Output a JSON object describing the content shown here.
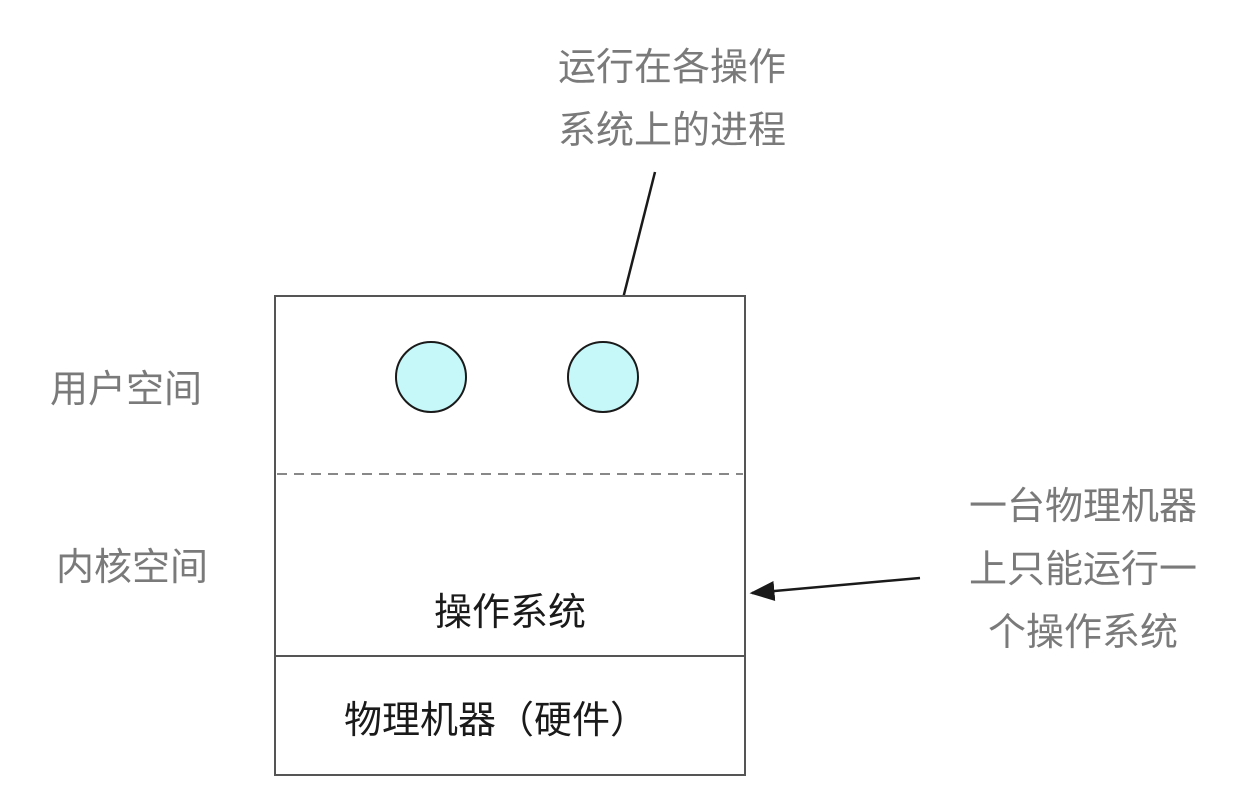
{
  "labels": {
    "user_space": "用户空间",
    "kernel_space": "内核空间",
    "operating_system": "操作系统",
    "physical_machine": "物理机器（硬件）"
  },
  "annotations": {
    "processes": {
      "line1": "运行在各操作",
      "line2": "系统上的进程"
    },
    "single_os": {
      "line1": "一台物理机器",
      "line2": "上只能运行一",
      "line3": "个操作系统"
    }
  },
  "colors": {
    "process_fill": "#c6f8fa",
    "stroke": "#1a1a1a",
    "annotation_text": "#7a7a7a",
    "box_border": "#555555",
    "divider": "#888888"
  }
}
